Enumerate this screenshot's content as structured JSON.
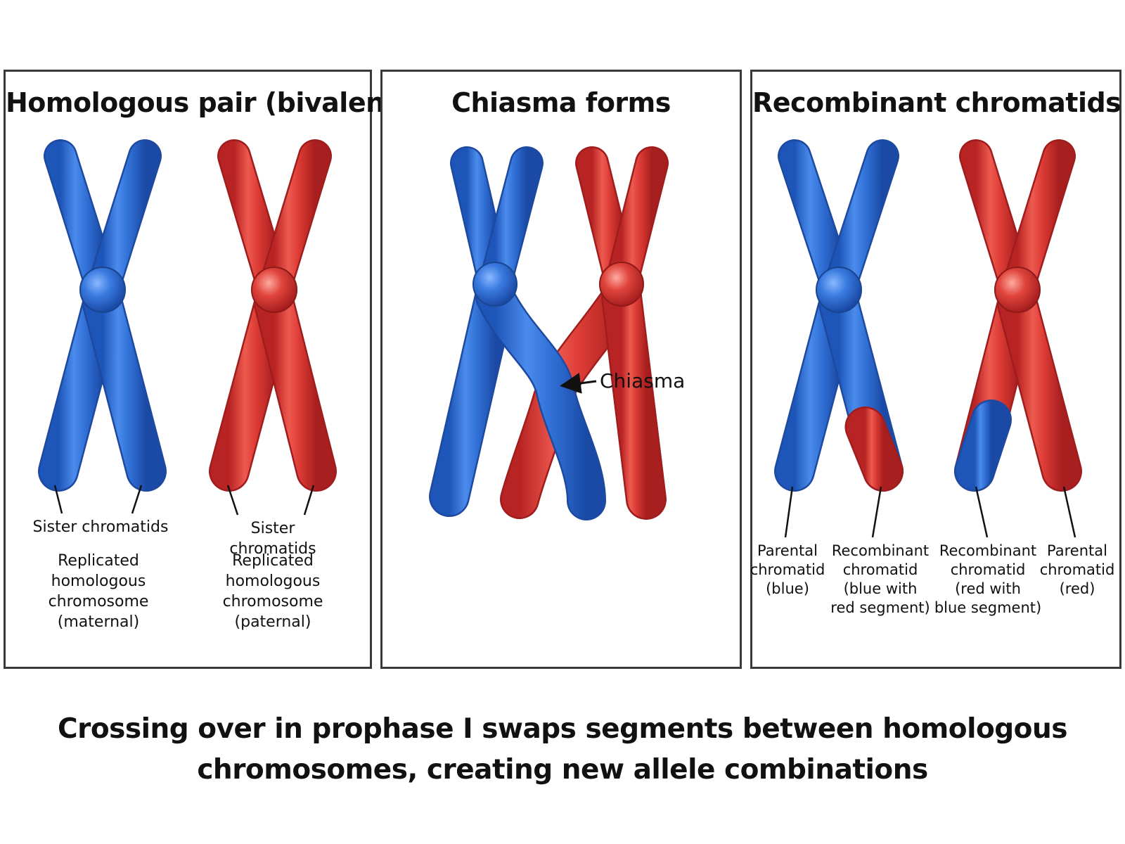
{
  "colors": {
    "maternal": "#2f6fd6",
    "paternal": "#dc3535",
    "border": "#3a3a3a",
    "text": "#111111"
  },
  "panels": [
    {
      "title": "Homologous pair (bivalent)",
      "labels": {
        "sister_left": "Sister chromatids",
        "sister_right": "Sister chromatids",
        "maternal": "Replicated\nhomologous\nchromosome\n(maternal)",
        "paternal": "Replicated\nhomologous\nchromosome\n(paternal)"
      }
    },
    {
      "title": "Chiasma forms",
      "labels": {
        "chiasma": "Chiasma"
      }
    },
    {
      "title": "Recombinant chromatids",
      "labels": {
        "parental_blue": "Parental\nchromatid\n(blue)",
        "recombinant_blue": "Recombinant\nchromatid\n(blue with\nred segment)",
        "recombinant_red": "Recombinant\nchromatid\n(red with\nblue segment)",
        "parental_red": "Parental\nchromatid\n(red)"
      }
    }
  ],
  "caption": "Crossing over in prophase I swaps segments between homologous\nchromosomes, creating new allele combinations"
}
